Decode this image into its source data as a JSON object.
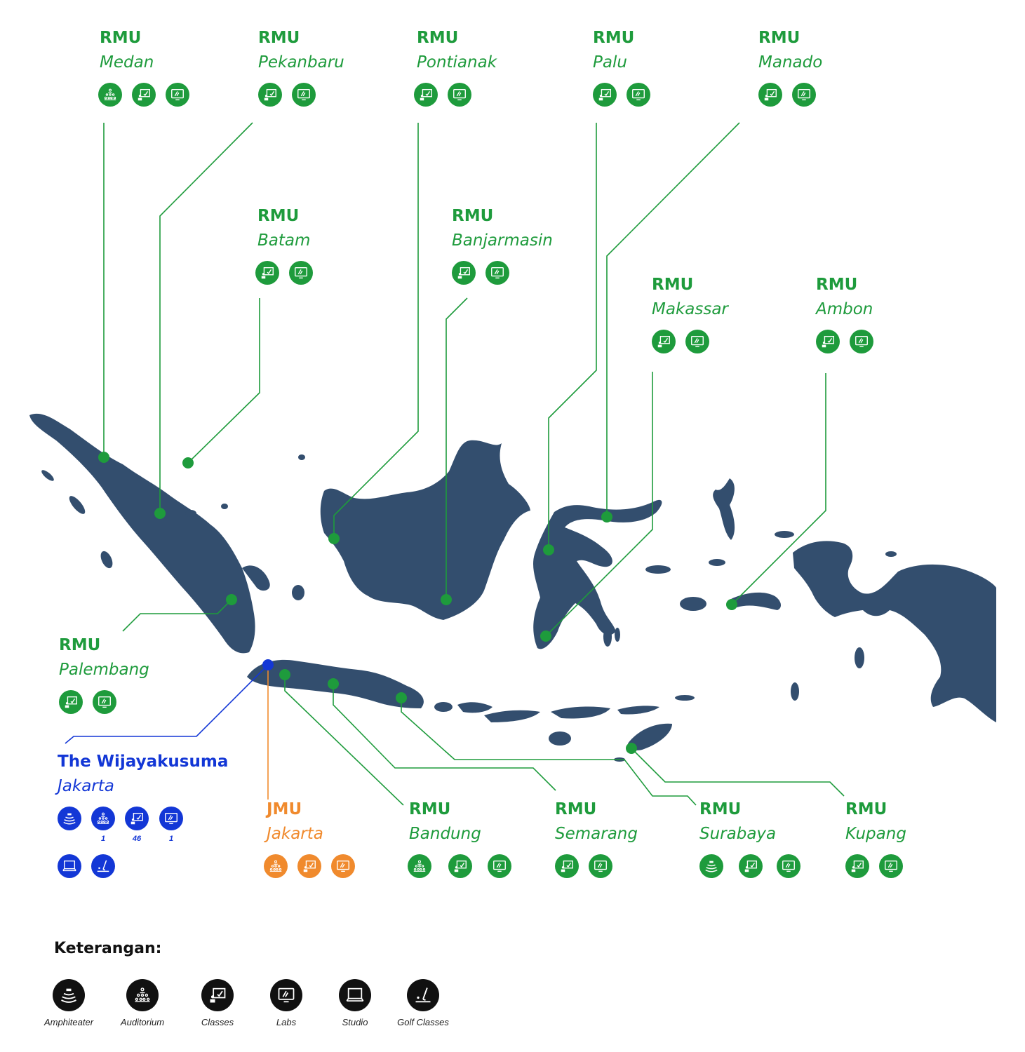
{
  "colors": {
    "rmu": "#1e9b3c",
    "hq": "#1337d6",
    "jmu": "#f08a2d",
    "land": "#334e6e",
    "legend": "#111111"
  },
  "locations": [
    {
      "id": "medan",
      "group": "rmu",
      "title": "RMU",
      "city": "Medan",
      "icons": [
        "auditorium-icon",
        "classes-icon",
        "labs-icon"
      ]
    },
    {
      "id": "pekanbaru",
      "group": "rmu",
      "title": "RMU",
      "city": "Pekanbaru",
      "icons": [
        "classes-icon",
        "labs-icon"
      ]
    },
    {
      "id": "pontianak",
      "group": "rmu",
      "title": "RMU",
      "city": "Pontianak",
      "icons": [
        "classes-icon",
        "labs-icon"
      ]
    },
    {
      "id": "palu",
      "group": "rmu",
      "title": "RMU",
      "city": "Palu",
      "icons": [
        "classes-icon",
        "labs-icon"
      ]
    },
    {
      "id": "manado",
      "group": "rmu",
      "title": "RMU",
      "city": "Manado",
      "icons": [
        "classes-icon",
        "labs-icon"
      ]
    },
    {
      "id": "batam",
      "group": "rmu",
      "title": "RMU",
      "city": "Batam",
      "icons": [
        "classes-icon",
        "labs-icon"
      ]
    },
    {
      "id": "banjarmasin",
      "group": "rmu",
      "title": "RMU",
      "city": "Banjarmasin",
      "icons": [
        "classes-icon",
        "labs-icon"
      ]
    },
    {
      "id": "makassar",
      "group": "rmu",
      "title": "RMU",
      "city": "Makassar",
      "icons": [
        "classes-icon",
        "labs-icon"
      ]
    },
    {
      "id": "ambon",
      "group": "rmu",
      "title": "RMU",
      "city": "Ambon",
      "icons": [
        "classes-icon",
        "labs-icon"
      ]
    },
    {
      "id": "palembang",
      "group": "rmu",
      "title": "RMU",
      "city": "Palembang",
      "icons": [
        "classes-icon",
        "labs-icon"
      ]
    },
    {
      "id": "wijayakusuma",
      "group": "hq",
      "title": "The Wijayakusuma",
      "city": "Jakarta",
      "icons": [
        "amphiteater-icon",
        "auditorium-icon",
        "classes-icon",
        "labs-icon",
        "studio-icon",
        "golf-classes-icon"
      ],
      "counts": [
        "",
        "1",
        "46",
        "1",
        "",
        ""
      ]
    },
    {
      "id": "jmu-jakarta",
      "group": "jmu",
      "title": "JMU",
      "city": "Jakarta",
      "icons": [
        "auditorium-icon",
        "classes-icon",
        "labs-icon"
      ]
    },
    {
      "id": "bandung",
      "group": "rmu",
      "title": "RMU",
      "city": "Bandung",
      "icons": [
        "auditorium-icon",
        "classes-icon",
        "labs-icon"
      ]
    },
    {
      "id": "semarang",
      "group": "rmu",
      "title": "RMU",
      "city": "Semarang",
      "icons": [
        "classes-icon",
        "labs-icon"
      ]
    },
    {
      "id": "surabaya",
      "group": "rmu",
      "title": "RMU",
      "city": "Surabaya",
      "icons": [
        "amphiteater-icon",
        "classes-icon",
        "labs-icon"
      ]
    },
    {
      "id": "kupang",
      "group": "rmu",
      "title": "RMU",
      "city": "Kupang",
      "icons": [
        "classes-icon",
        "labs-icon"
      ]
    }
  ],
  "legend": {
    "title": "Keterangan:",
    "items": [
      {
        "icon": "amphiteater-icon",
        "label": "Amphiteater"
      },
      {
        "icon": "auditorium-icon",
        "label": "Auditorium"
      },
      {
        "icon": "classes-icon",
        "label": "Classes"
      },
      {
        "icon": "labs-icon",
        "label": "Labs"
      },
      {
        "icon": "studio-icon",
        "label": "Studio"
      },
      {
        "icon": "golf-classes-icon",
        "label": "Golf Classes"
      }
    ]
  }
}
